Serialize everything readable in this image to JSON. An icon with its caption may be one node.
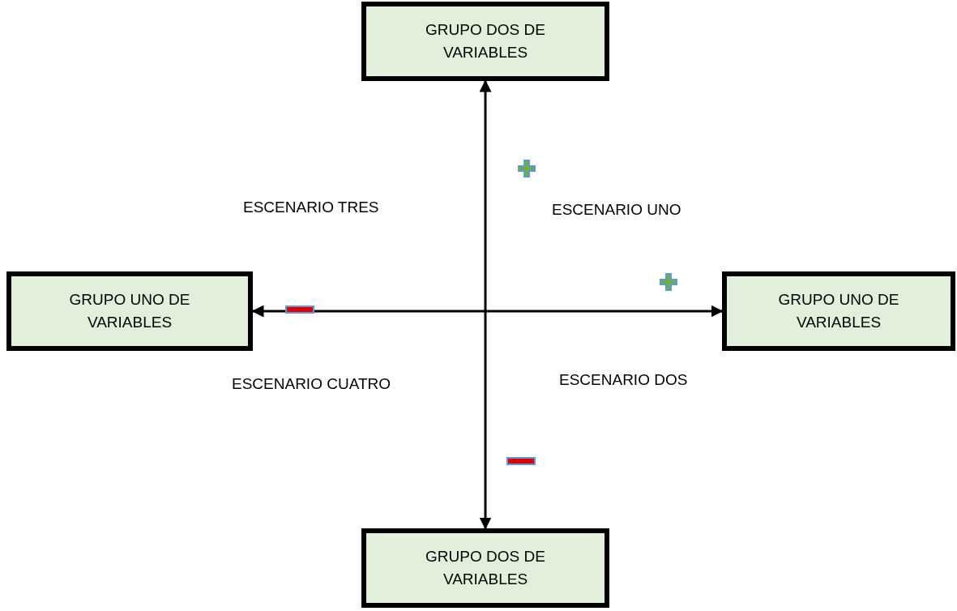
{
  "diagram": {
    "nodes": [
      {
        "text": [
          "GRUPO DOS DE VARIABLES"
        ]
      },
      {
        "text": [
          "GRUPO UNO DE VARIABLES"
        ]
      },
      {
        "text": [
          "GRUPO UNO DE VARIABLES"
        ]
      },
      {
        "text": [
          "GRUPO DOS DE VARIABLES"
        ]
      }
    ],
    "edges": [
      {
        "from": 0,
        "to": 3,
        "arrow": "both"
      },
      {
        "from": 1,
        "to": 2,
        "arrow": "both"
      }
    ],
    "labels": [
      "ESCENARIO TRES",
      "ESCENARIO UNO",
      "ESCENARIO CUATRO",
      "ESCENARIO DOS"
    ]
  }
}
